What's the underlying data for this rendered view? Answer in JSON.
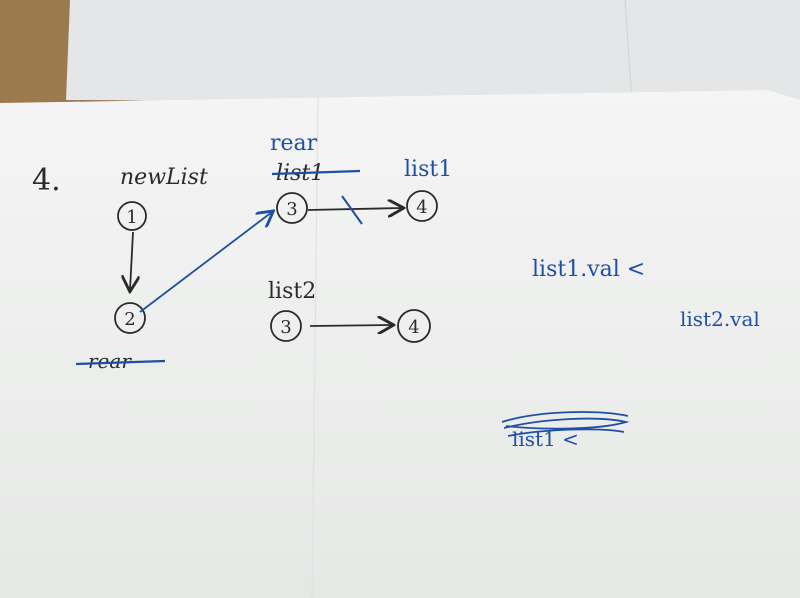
{
  "colors": {
    "desk": "#8a6a45",
    "paper_back": "#e9ebec",
    "paper_front": "#f2f3f2",
    "ink_black": "#2a2a2a",
    "ink_blue": "#1f4fa3"
  },
  "labels": {
    "step_number": "4.",
    "new_list": "newList",
    "rear_top": "rear",
    "list1_struck": "list1",
    "list1_blue": "list1",
    "list2": "list2",
    "rear_struck": "rear",
    "condition_line1": "list1.val <",
    "condition_line2": "list2.val",
    "scribbled": "list1 <"
  },
  "nodes": {
    "n1": "1",
    "n2": "2",
    "n3_top": "3",
    "n4_top": "4",
    "n3_bottom": "3",
    "n4_bottom": "4"
  }
}
